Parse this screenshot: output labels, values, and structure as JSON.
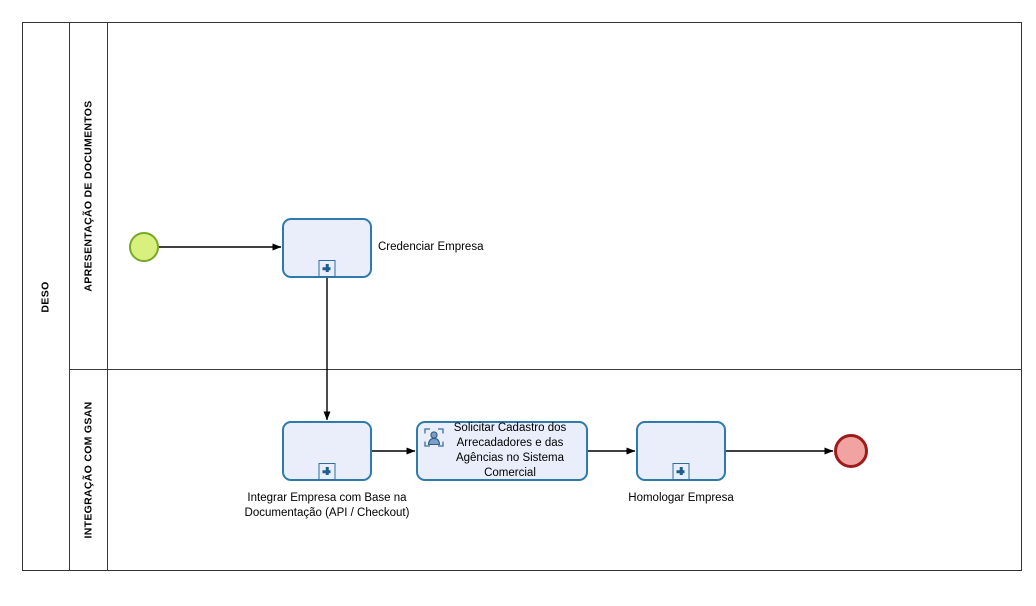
{
  "diagram": {
    "type": "bpmn-process",
    "pool": {
      "label": "DESO"
    },
    "lanes": [
      {
        "id": "lane-apresentacao",
        "label": "APRESENTAÇÃO DE DOCUMENTOS"
      },
      {
        "id": "lane-integracao",
        "label": "INTEGRAÇÃO COM GSAN"
      }
    ],
    "events": [
      {
        "id": "start-event",
        "kind": "start",
        "fill": "#d9f07e",
        "stroke": "#76a82a"
      },
      {
        "id": "end-event",
        "kind": "end",
        "fill": "#f0a3a0",
        "stroke": "#9e1b1b"
      }
    ],
    "tasks": [
      {
        "id": "task-credenciar-empresa",
        "label": "Credenciar Empresa",
        "label_position": "right",
        "marker": "subprocess",
        "lane": "lane-apresentacao"
      },
      {
        "id": "task-integrar-empresa",
        "label": "Integrar Empresa com Base na\nDocumentação (API / Checkout)",
        "label_position": "below",
        "marker": "subprocess",
        "lane": "lane-integracao"
      },
      {
        "id": "task-solicitar-cadastro",
        "label": "Solicitar Cadastro dos\nArrecadadores e das Agências\nno Sistema Comercial",
        "label_position": "inside",
        "marker": "user-task",
        "icon": "user-icon",
        "lane": "lane-integracao"
      },
      {
        "id": "task-homologar-empresa",
        "label": "Homologar Empresa",
        "label_position": "below",
        "marker": "subprocess",
        "lane": "lane-integracao"
      }
    ],
    "flows": [
      {
        "from": "start-event",
        "to": "task-credenciar-empresa"
      },
      {
        "from": "task-credenciar-empresa",
        "to": "task-integrar-empresa"
      },
      {
        "from": "task-integrar-empresa",
        "to": "task-solicitar-cadastro"
      },
      {
        "from": "task-solicitar-cadastro",
        "to": "task-homologar-empresa"
      },
      {
        "from": "task-homologar-empresa",
        "to": "end-event"
      }
    ],
    "colors": {
      "task_fill": "#eaeefb",
      "task_stroke": "#2e7bab",
      "frame_stroke": "#333333",
      "flow_stroke": "#000000"
    }
  }
}
